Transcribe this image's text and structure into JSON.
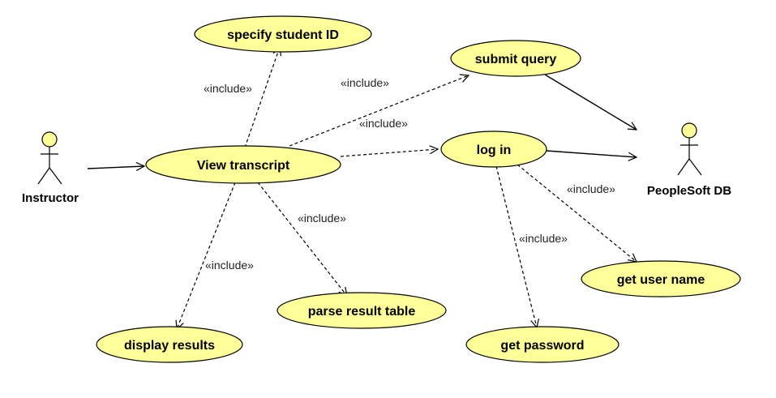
{
  "diagram": {
    "actors": {
      "instructor": "Instructor",
      "peoplesoft": "PeopleSoft DB"
    },
    "use_cases": {
      "specify_student_id": "specify student ID",
      "submit_query": "submit query",
      "view_transcript": "View transcript",
      "log_in": "log in",
      "get_user_name": "get user name",
      "parse_result_table": "parse result table",
      "display_results": "display results",
      "get_password": "get password"
    },
    "include_label": "«include»"
  }
}
